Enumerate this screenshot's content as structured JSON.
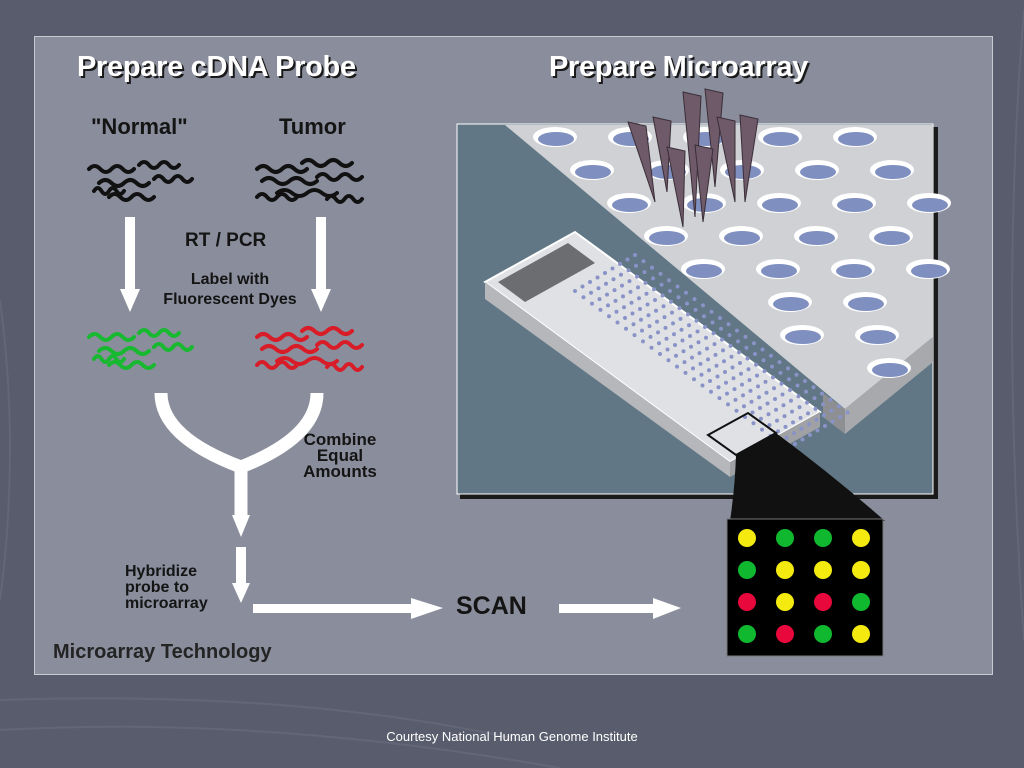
{
  "probe": {
    "title": "Prepare cDNA Probe",
    "normal_label": "\"Normal\"",
    "tumor_label": "Tumor",
    "rt_pcr_label": "RT / PCR",
    "label_step": "Label with\nFluorescent Dyes",
    "combine_step": "Combine\nEqual\nAmounts",
    "hybridize_step": "Hybridize\nprobe to\nmicroarray",
    "scan_label": "SCAN"
  },
  "microarray": {
    "title": "Prepare Microarray",
    "spot_grid": [
      [
        "yellow",
        "green",
        "green",
        "yellow"
      ],
      [
        "green",
        "yellow",
        "yellow",
        "yellow"
      ],
      [
        "red",
        "yellow",
        "red",
        "green"
      ],
      [
        "green",
        "red",
        "green",
        "yellow"
      ]
    ]
  },
  "colors": {
    "green": "#10b830",
    "red": "#e8083c",
    "yellow": "#f4ea10",
    "probe_green": "#18b830",
    "probe_red": "#d81c28"
  },
  "caption": "Microarray Technology",
  "footer": "Courtesy National Human Genome Institute"
}
